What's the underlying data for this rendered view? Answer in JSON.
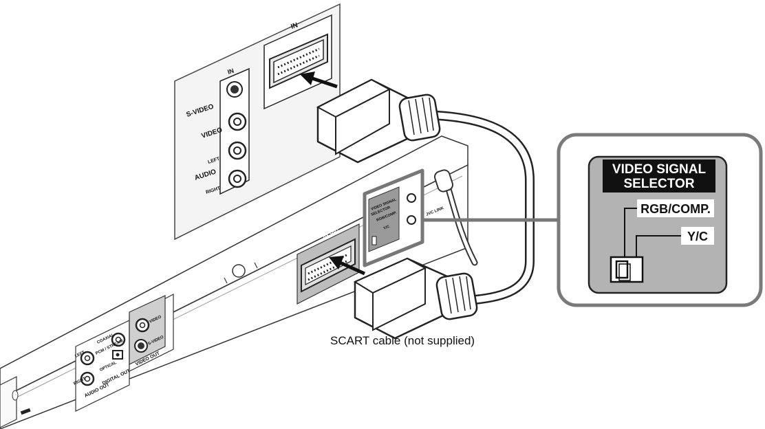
{
  "tv_panel": {
    "scart_in_label": "IN",
    "av_in_label": "IN",
    "s_video_label": "S-VIDEO",
    "video_label": "VIDEO",
    "left_label": "LEFT",
    "audio_label": "AUDIO",
    "right_label": "RIGHT"
  },
  "player": {
    "av_out_label": "AV OUT",
    "selector_label_line1": "VIDEO SIGNAL",
    "selector_label_line2": "SELECTOR",
    "selector_rgb": "RGB/COMP.",
    "selector_yc": "Y/C",
    "jvc_link_label": "JVC LINK",
    "audio_out_left": "LEFT",
    "audio_out_right": "RIGHT",
    "audio_out_label": "AUDIO OUT",
    "coaxial_label": "COAXIAL",
    "pcm_stream_label": "PCM / STREAM",
    "optical_label": "OPTICAL",
    "digital_out_label": "DIGITAL OUT",
    "video_label": "VIDEO",
    "s_video_label": "S-VIDEO",
    "video_out_label": "VIDEO OUT"
  },
  "callout": {
    "title_line1": "VIDEO SIGNAL",
    "title_line2": "SELECTOR",
    "rgb_label": "RGB/COMP.",
    "yc_label": "Y/C"
  },
  "caption": "SCART cable (not supplied)"
}
